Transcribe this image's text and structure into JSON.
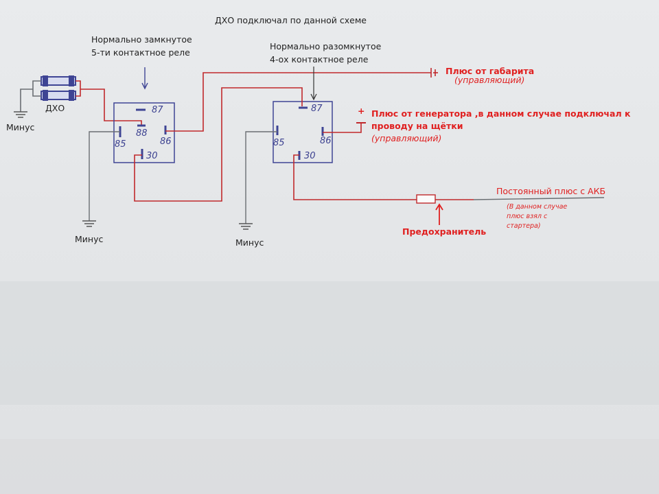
{
  "title": "ДХО подключал по данной схеме",
  "relay1": {
    "caption_line1": "Нормально замкнутое",
    "caption_line2": "5-ти контактное реле",
    "pin87": "87",
    "pin88": "88",
    "pin85": "85",
    "pin86": "86",
    "pin30": "30"
  },
  "relay2": {
    "caption_line1": "Нормально разомкнутое",
    "caption_line2": "4-ох контактное реле",
    "pin87": "87",
    "pin85": "85",
    "pin86": "86",
    "pin30": "30"
  },
  "drl_label": "ДХО",
  "minus_labels": [
    "Минус",
    "Минус",
    "Минус"
  ],
  "labels": {
    "parking_line1": "Плюс от габарита",
    "parking_line2": "(управляющий)",
    "generator_line1": "Плюс от генератора ,в данном случае подключал к",
    "generator_line2": "проводу на щётки",
    "generator_line3": "(управляющий)",
    "battery": "Постоянный плюс с АКБ",
    "battery_note_line1": "(В данном случае",
    "battery_note_line2": "плюс взял с",
    "battery_note_line3": "стартера)",
    "fuse": "Предохранитель",
    "plus_sign": "+"
  },
  "colors": {
    "wire_red": "#c0282b",
    "wire_gray": "#6a6e72",
    "relay_outline": "#3e4494",
    "text_red": "#e02020"
  }
}
